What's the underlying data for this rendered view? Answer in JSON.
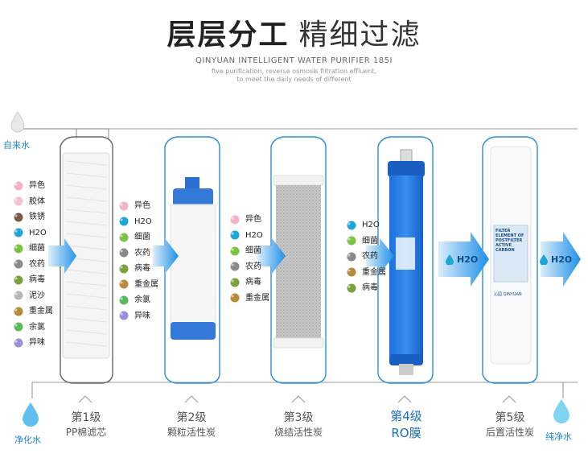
{
  "header": {
    "title_bold": "层层分工",
    "title_light": "精细过滤",
    "subtitle": "QINYUAN INTELLIGENT WATER PURIFIER 185I",
    "desc_line1": "five purification, reverse osmosis filtration effluent,",
    "desc_line2": "to meet the daily needs of different"
  },
  "inlet_label": "自来水",
  "outlet_left_label": "净化水",
  "outlet_right_label": "纯净水",
  "stages": [
    {
      "num": "第1级",
      "name": "PP棉滤芯"
    },
    {
      "num": "第2级",
      "name": "颗粒活性炭"
    },
    {
      "num": "第3级",
      "name": "烧结活性炭"
    },
    {
      "num": "第4级",
      "name": "RO膜"
    },
    {
      "num": "第5级",
      "name": "后置活性炭"
    }
  ],
  "contaminants_stage1": [
    "异色",
    "胶体",
    "铁锈",
    "H2O",
    "细菌",
    "农药",
    "病毒",
    "泥沙",
    "重金属",
    "余氯",
    "异味"
  ],
  "contaminants_stage2": [
    "异色",
    "H2O",
    "细菌",
    "农药",
    "病毒",
    "重金属",
    "余氯",
    "异味"
  ],
  "contaminants_stage3": [
    "异色",
    "H2O",
    "细菌",
    "农药",
    "病毒",
    "重金属"
  ],
  "contaminants_stage4": [
    "H2O",
    "细菌",
    "农药",
    "重金属",
    "病毒"
  ],
  "flow_labels": {
    "after_stage4": "H2O",
    "after_stage5": "H2O"
  },
  "cartridge_text": {
    "stage5_label_lines": [
      "FILTER",
      "ELEMENT OF",
      "POSTFILTER",
      "ACTIVE CARBON"
    ],
    "stage5_brand": "沁园  QINYUAN"
  },
  "colors": {
    "accent": "#1a6fc0",
    "flow_line": "#2a8fd8",
    "arrow": "#1e90e8"
  }
}
